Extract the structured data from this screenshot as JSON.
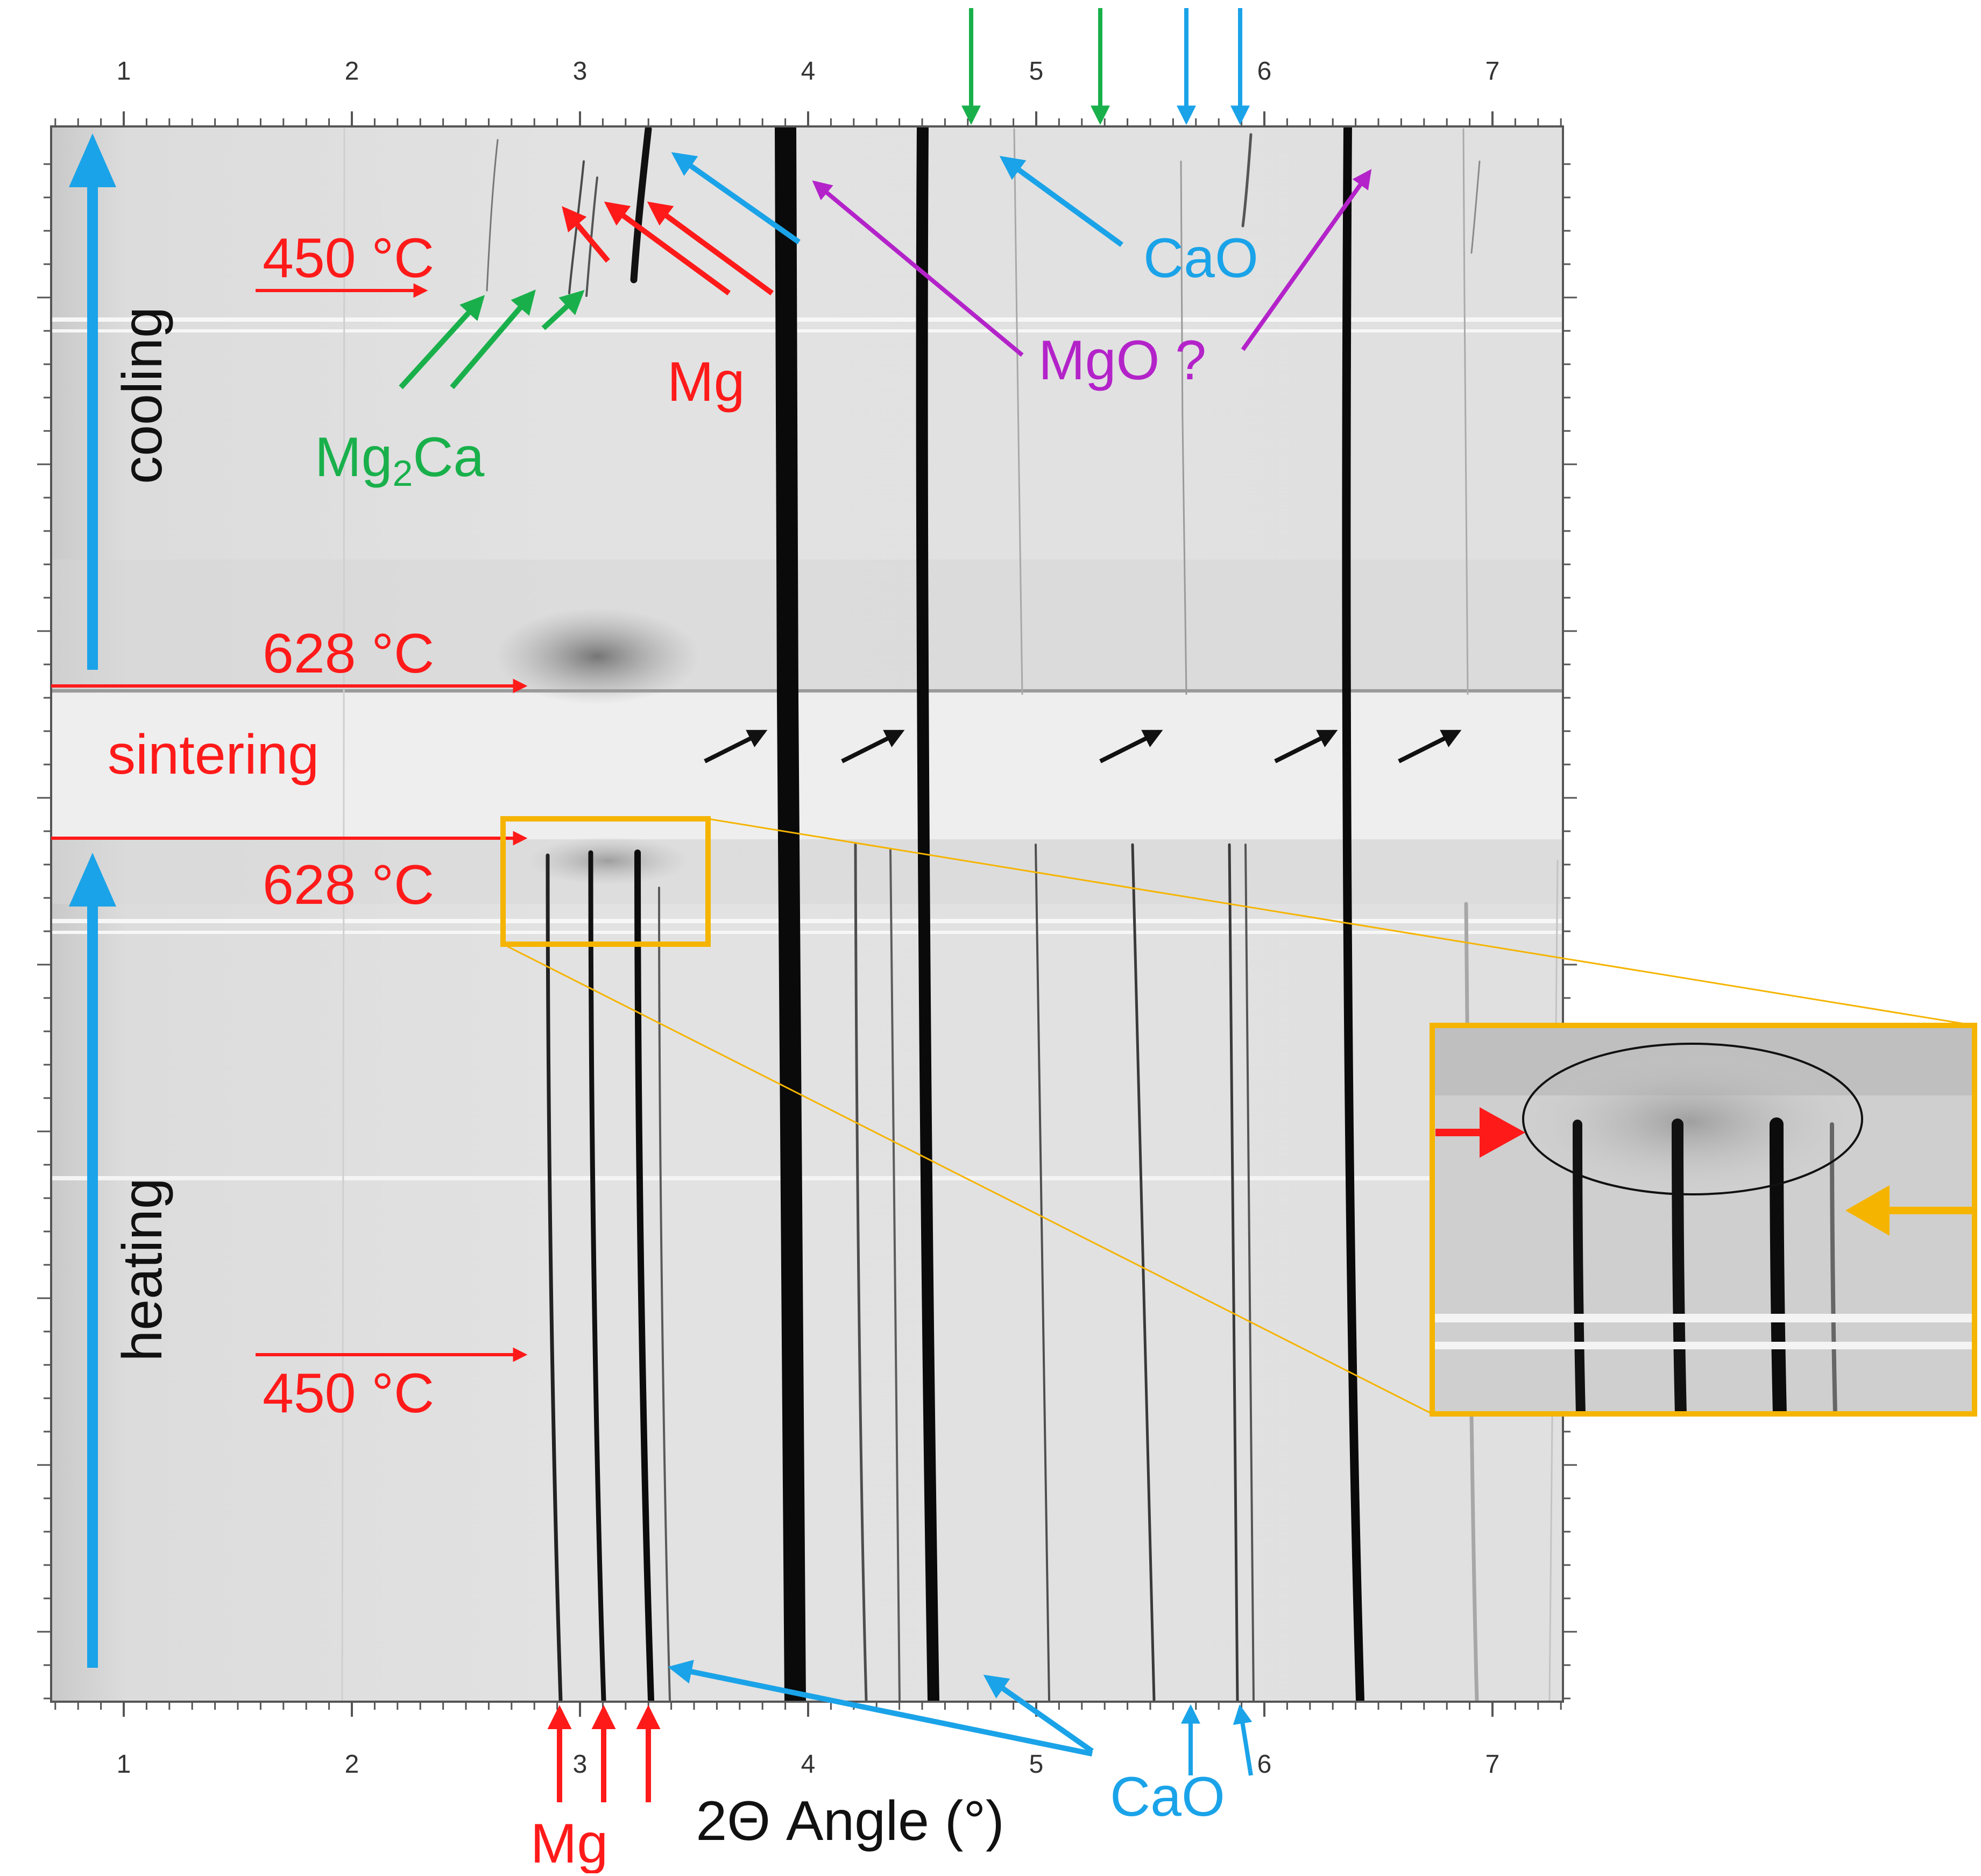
{
  "figure": {
    "x_axis": {
      "label": "2Θ Angle (°)",
      "ticks": [
        "1",
        "2",
        "3",
        "4",
        "5",
        "6",
        "7"
      ]
    },
    "labels": {
      "cooling": "cooling",
      "heating": "heating",
      "sintering": "sintering",
      "temp_450_top": "450 °C",
      "temp_628_upper": "628 °C",
      "temp_628_lower": "628 °C",
      "temp_450_bottom": "450 °C",
      "mg_top": "Mg",
      "mg2ca_base": "Mg",
      "mg2ca_sub": "2",
      "mg2ca_tail": "Ca",
      "cao_top": "CaO",
      "mgo": "MgO ?",
      "mg_bottom": "Mg",
      "cao_bottom": "CaO"
    },
    "colors": {
      "red": "#ff1a1a",
      "blue": "#1aa3e8",
      "green": "#19b04b",
      "purple": "#b323c9",
      "gold": "#f5b400",
      "black": "#111111"
    }
  }
}
